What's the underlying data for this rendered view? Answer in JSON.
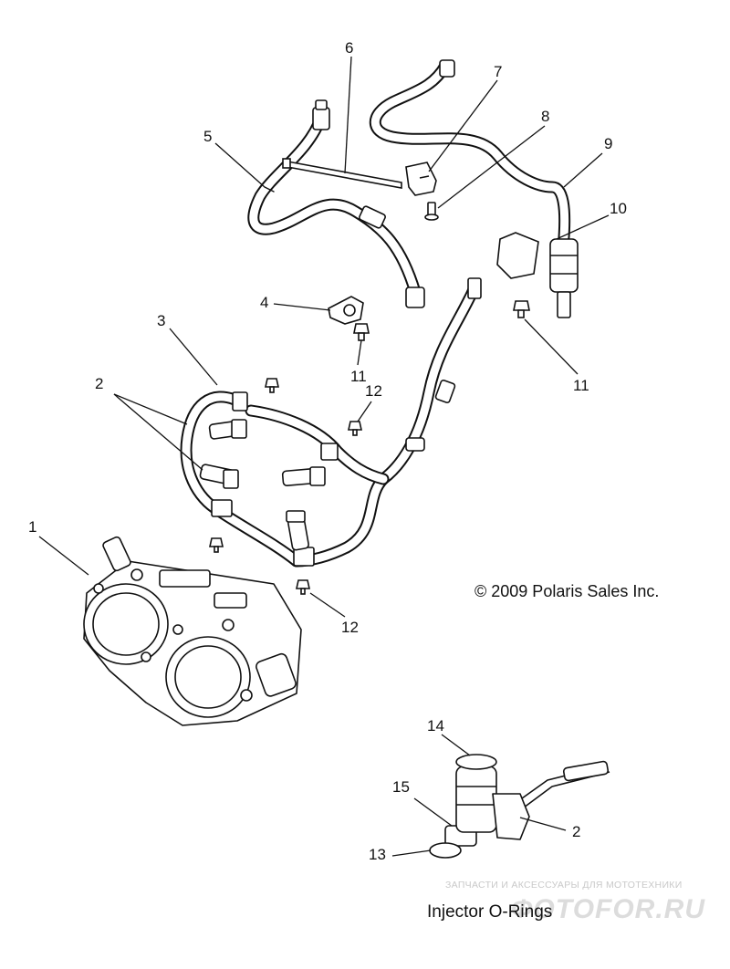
{
  "diagram": {
    "callouts": [
      "1",
      "2",
      "3",
      "4",
      "5",
      "6",
      "7",
      "8",
      "9",
      "10",
      "11",
      "11",
      "12",
      "12",
      "13",
      "14",
      "15",
      "2"
    ],
    "copyright": "© 2009 Polaris Sales Inc.",
    "inset_caption": "Injector O-Rings",
    "watermark_line1": "ЗАПЧАСТИ И АКСЕССУАРЫ ДЛЯ МОТОТЕХНИКИ",
    "watermark_line2": "ФОТОFOR.RU"
  }
}
